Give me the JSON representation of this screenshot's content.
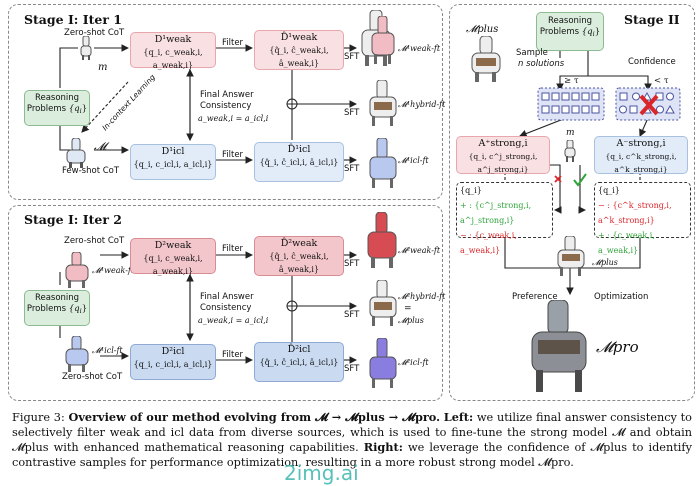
{
  "left_top": {
    "title": "Stage I: Iter 1",
    "zero_shot": "Zero-shot CoT",
    "few_shot": "Few-shot CoT",
    "reasoning": "Reasoning",
    "problems": "Problems",
    "q": "{q",
    "qi": "i",
    "qclose": "}",
    "m_label": "m",
    "M_label": "𝓜",
    "in_context": "In-context Learning",
    "filter1": "Filter",
    "filter2": "Filter",
    "final_answer": "Final Answer",
    "consistency": "Consistency",
    "eq": "a_weak,i = a_icl,i",
    "weak_title": "D¹weak",
    "weak_body": "{q_i, c_weak,i, a_weak,i}",
    "weak_hat_title": "D̂¹weak",
    "weak_hat_body": "{q̂_i, ĉ_weak,i, â_weak,i}",
    "icl_title": "D¹icl",
    "icl_body": "{q_i, c_icl,i, a_icl,i}",
    "icl_hat_title": "D̂¹icl",
    "icl_hat_body": "{q̂_i, ĉ_icl,i, â_icl,i}",
    "sft1": "SFT",
    "sft2": "SFT",
    "sft3": "SFT",
    "m_weak_ft": "𝓜¹weak-ft",
    "m_hybrid_ft": "𝓜¹hybrid-ft",
    "m_icl_ft": "𝓜¹icl-ft"
  },
  "left_bottom": {
    "title": "Stage I: Iter 2",
    "zero_shot_top": "Zero-shot CoT",
    "zero_shot_bottom": "Zero-shot CoT",
    "reasoning": "Reasoning",
    "problems": "Problems",
    "m_weak_ft_in": "𝓜¹weak-ft",
    "m_icl_ft_in": "𝓜¹icl-ft",
    "filter1": "Filter",
    "filter2": "Filter",
    "final_answer": "Final Answer",
    "consistency": "Consistency",
    "eq": "a_weak,i = a_icl,i",
    "weak_title": "D²weak",
    "weak_body": "{q_i, c_weak,i, a_weak,i}",
    "weak_hat_title": "D̂²weak",
    "weak_hat_body": "{q̂_i, ĉ_weak,i, â_weak,i}",
    "icl_title": "D²icl",
    "icl_body": "{q_i, c_icl,i, a_icl,i}",
    "icl_hat_title": "D̂²icl",
    "icl_hat_body": "{q̂_i, ĉ_icl,i, â_icl,i}",
    "sft1": "SFT",
    "sft2": "SFT",
    "sft3": "SFT",
    "m_weak_ft": "𝓜²weak-ft",
    "m_hybrid_ft": "𝓜²hybrid-ft",
    "eq_sign": "=",
    "m_plus": "𝓜plus",
    "m_icl_ft": "𝓜²icl-ft"
  },
  "right": {
    "title": "Stage II",
    "m_plus": "𝓜plus",
    "reasoning": "Reasoning",
    "problems": "Problems",
    "sample": "Sample",
    "n_solutions": "n solutions",
    "confidence": "Confidence",
    "ge_tau": "≥ τ",
    "lt_tau": "< τ",
    "a_plus_title": "A⁺strong,i",
    "a_plus_body": "{q_i, c^j_strong,i, a^j_strong,i}",
    "a_minus_title": "A⁻strong,i",
    "a_minus_body": "{q_i, c^k_strong,i, a^k_strong,i}",
    "m_small": "m",
    "left_q": "{q_i}",
    "left_plus": "+ : {c^j_strong,i, a^j_strong,i}",
    "left_minus": "− : {c_weak,i, a_weak,i}",
    "right_q": "{q_i}",
    "right_minus": "− : {c^k_strong,i, a^k_strong,i}",
    "right_plus": "+ : {c_weak,i, a_weak,i}",
    "m_plus2": "𝓜plus",
    "preference": "Preference",
    "optimization": "Optimization",
    "m_pro": "𝓜pro"
  },
  "caption": {
    "fig": "Figure 3:",
    "bold": "Overview of our method evolving from 𝓜 → 𝓜plus → 𝓜pro.",
    "left_label": "Left:",
    "left_text": "we utilize final answer consistency to selectively filter weak and icl data from diverse sources, which is used to fine-tune the strong model 𝓜 and obtain 𝓜plus with enhanced mathematical reasoning capabilities.",
    "right_label": "Right:",
    "right_text": "we leverage the confidence of 𝓜plus to identify contrastive samples for performance optimization, resulting in a more robust strong model 𝓜pro."
  },
  "watermark": "2img.ai",
  "colors": {
    "pink": "#f9e0e3",
    "blue": "#e2ecf8",
    "green": "#dbeedd",
    "check": "#2fa43a",
    "cross": "#d9262b"
  }
}
